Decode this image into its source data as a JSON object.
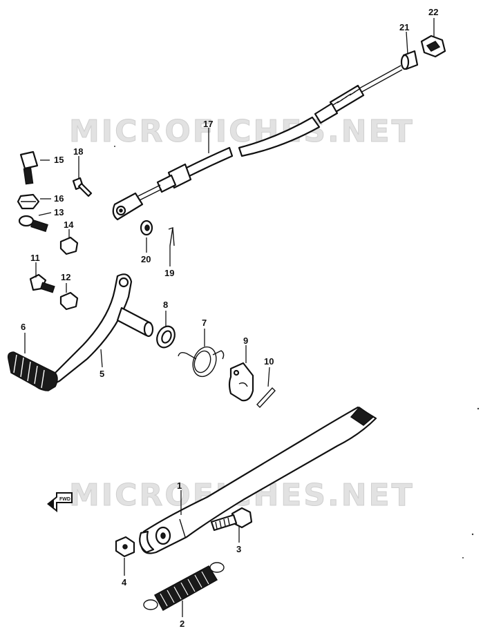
{
  "watermarks": [
    "MICROFICHES.NET",
    "MICROFICHES.NET"
  ],
  "fwd_label": "FWD",
  "callouts": [
    "1",
    "2",
    "3",
    "4",
    "5",
    "6",
    "7",
    "8",
    "9",
    "10",
    "11",
    "12",
    "13",
    "14",
    "15",
    "16",
    "17",
    "18",
    "19",
    "20",
    "21",
    "22"
  ]
}
